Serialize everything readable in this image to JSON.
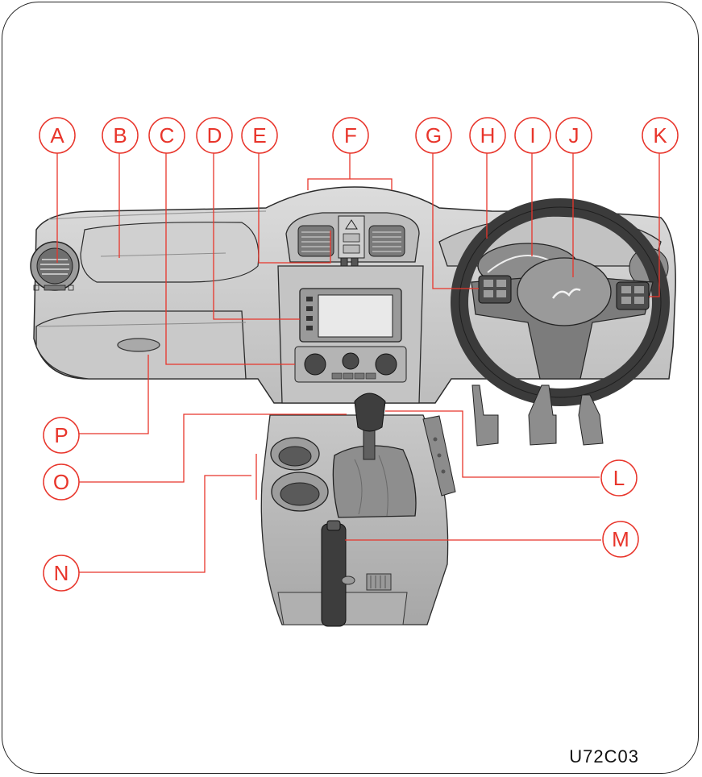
{
  "colors": {
    "callout": "#e8352b",
    "leader": "#e8352b",
    "outline": "#2b2b2b",
    "panel_light": "#d3d3d3",
    "panel_mid": "#b9b9b9",
    "panel_dark": "#8f8f8f",
    "panel_darker": "#6b6b6b"
  },
  "callouts": [
    {
      "id": "A",
      "label": "A"
    },
    {
      "id": "B",
      "label": "B"
    },
    {
      "id": "C",
      "label": "C"
    },
    {
      "id": "D",
      "label": "D"
    },
    {
      "id": "E",
      "label": "E"
    },
    {
      "id": "F",
      "label": "F"
    },
    {
      "id": "G",
      "label": "G"
    },
    {
      "id": "H",
      "label": "H"
    },
    {
      "id": "I",
      "label": "I"
    },
    {
      "id": "J",
      "label": "J"
    },
    {
      "id": "K",
      "label": "K"
    },
    {
      "id": "L",
      "label": "L"
    },
    {
      "id": "M",
      "label": "M"
    },
    {
      "id": "N",
      "label": "N"
    },
    {
      "id": "O",
      "label": "O"
    },
    {
      "id": "P",
      "label": "P"
    }
  ],
  "figure_code": "U72C03"
}
